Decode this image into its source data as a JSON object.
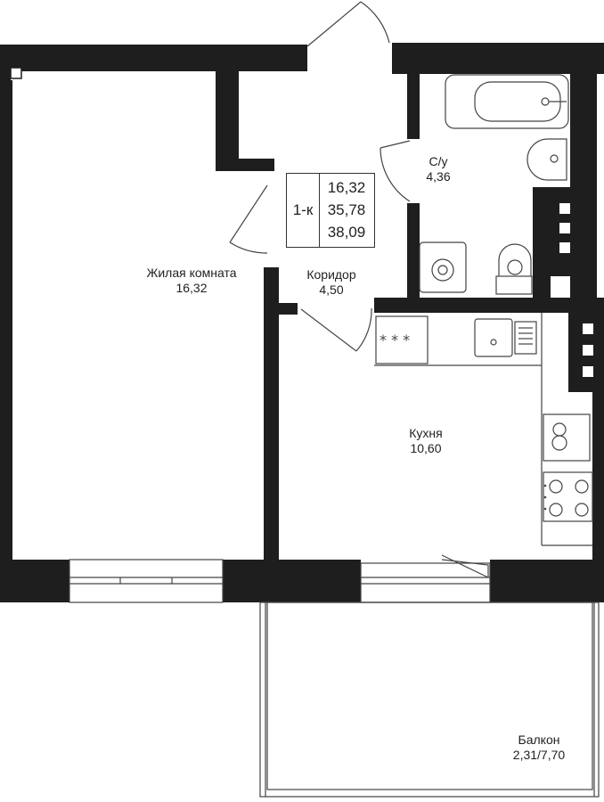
{
  "summary": {
    "room_type": "1-к",
    "areas": [
      "16,32",
      "35,78",
      "38,09"
    ]
  },
  "rooms": [
    {
      "id": "living",
      "name": "Жилая комната",
      "area": "16,32"
    },
    {
      "id": "corridor",
      "name": "Коридор",
      "area": "4,50"
    },
    {
      "id": "bathroom",
      "name": "С/у",
      "area": "4,36"
    },
    {
      "id": "kitchen",
      "name": "Кухня",
      "area": "10,60"
    },
    {
      "id": "balcony",
      "name": "Балкон",
      "area": "2,31/7,70"
    }
  ],
  "colors": {
    "wall": "#1e1e1e",
    "line": "#444444",
    "background": "#ffffff"
  }
}
